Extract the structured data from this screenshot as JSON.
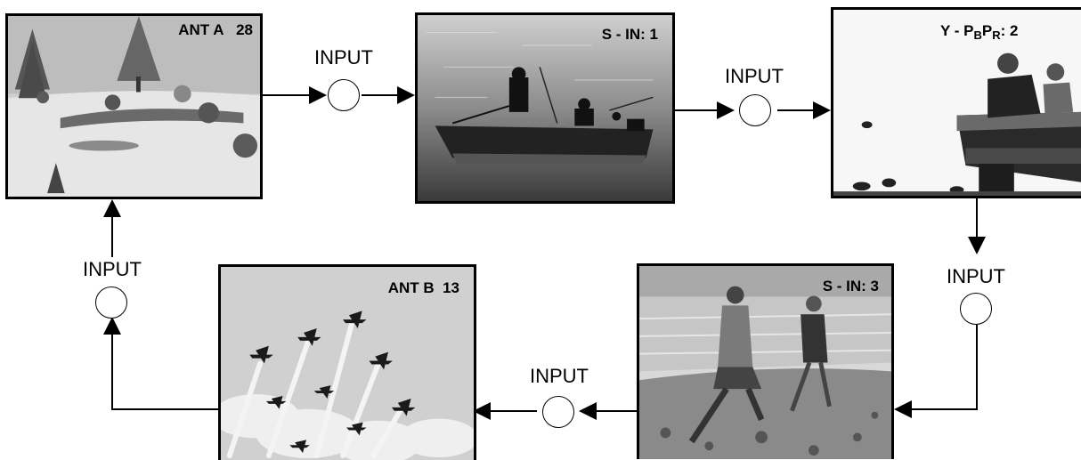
{
  "screens": {
    "ant_a": {
      "label": "ANT A   28",
      "scene": "snowy-landscape"
    },
    "s_in_1": {
      "label": "S - IN: 1",
      "scene": "fishing-boat"
    },
    "y_pb_pr": {
      "label_main": "Y - P",
      "sub_b": "B",
      "label_mid": "P",
      "sub_r": "R",
      "label_end": ": 2",
      "scene": "pier-with-geese"
    },
    "s_in_3": {
      "label": "S - IN: 3",
      "scene": "beach-walk"
    },
    "ant_b": {
      "label": "ANT B  13",
      "scene": "jets-formation"
    }
  },
  "input_label": "INPUT",
  "inputs": [
    {
      "text": "INPUT"
    },
    {
      "text": "INPUT"
    },
    {
      "text": "INPUT"
    },
    {
      "text": "INPUT"
    },
    {
      "text": "INPUT"
    }
  ]
}
